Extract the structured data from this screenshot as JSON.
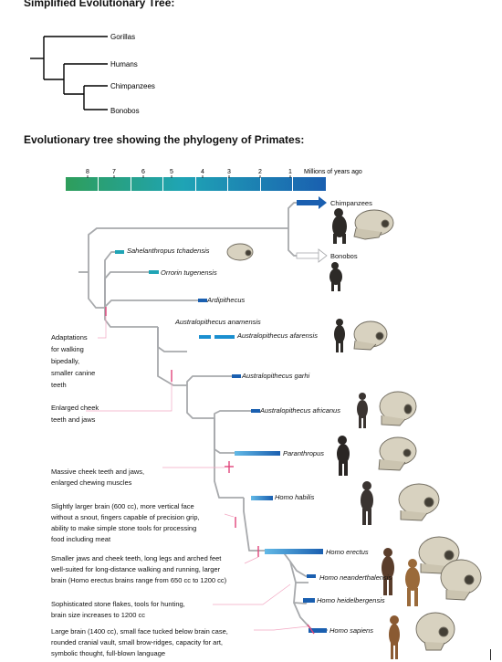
{
  "headings": {
    "simplified": "Simplified Evolutionary Tree:",
    "primates": "Evolutionary tree showing the phylogeny of Primates:"
  },
  "simple_tree": {
    "leaves": [
      "Gorillas",
      "Humans",
      "Chimpanzees",
      "Bonobos"
    ]
  },
  "timeline": {
    "ticks": [
      "8",
      "7",
      "6",
      "5",
      "4",
      "3",
      "2",
      "1"
    ],
    "unit_label": "Millions of years ago"
  },
  "species": [
    "Chimpanzees",
    "Bonobos",
    "Sahelanthropus tchadensis",
    "Orrorin tugenensis",
    "Ardipithecus",
    "Australopithecus anamensis",
    "Australopithecus afarensis",
    "Australopithecus garhi",
    "Australopithecus africanus",
    "Paranthropus",
    "Homo habilis",
    "Homo erectus",
    "Homo neanderthalensis",
    "Homo heidelbergensis",
    "Homo sapiens"
  ],
  "adaptations": [
    [
      "Adaptations",
      "for walking",
      "bipedally,",
      "smaller canine",
      "teeth"
    ],
    [
      "Enlarged cheek",
      "teeth and jaws"
    ],
    [
      "Massive cheek teeth and jaws,",
      "enlarged chewing muscles"
    ],
    [
      "Slightly larger brain (600 cc), more vertical face",
      "without a snout, fingers capable of precision grip,",
      "ability to make simple stone tools for processing",
      "food including meat"
    ],
    [
      "Smaller jaws and cheek teeth, long legs and arched feet",
      "well-suited for long-distance walking and running, larger",
      "brain (Homo erectus brains range from 650 cc to 1200 cc)"
    ],
    [
      "Sophisticated stone flakes, tools for hunting,",
      "brain size increases to 1200 cc"
    ],
    [
      "Large brain (1400 cc), small face tucked below brain case,",
      "rounded cranial vault, small brow-ridges, capacity for art,",
      "symbolic thought, full-blown language"
    ]
  ],
  "colors": {
    "bar_start": "#2e9e5b",
    "bar_mid": "#1fa4b5",
    "bar_end": "#1a5fb0",
    "branch": "#a7a9ac",
    "marker": "#e0457b",
    "species_bar": "#1d64b0"
  }
}
